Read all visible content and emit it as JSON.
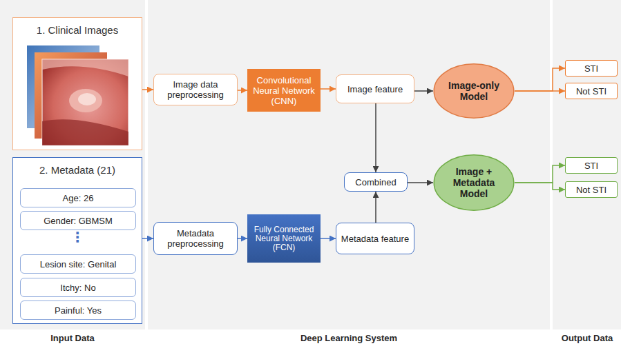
{
  "diagram": {
    "nodes": [
      {
        "text": [
          "1. Clinical Images"
        ]
      },
      {
        "text": [
          "2. Metadata (21)"
        ]
      },
      {
        "text": [
          "Age: 26"
        ],
        "in": 1
      },
      {
        "text": [
          "Gender: GBMSM"
        ],
        "in": 1
      },
      {
        "text": [
          "Lesion site: Genital"
        ],
        "in": 1
      },
      {
        "text": [
          "Itchy: No"
        ],
        "in": 1
      },
      {
        "text": [
          "Painful: Yes"
        ],
        "in": 1
      },
      {
        "text": [
          "Image data preprocessing"
        ]
      },
      {
        "text": [
          "Convolutional Neural Network (CNN)"
        ]
      },
      {
        "text": [
          "Image feature"
        ]
      },
      {
        "text": [
          "Image-only Model"
        ]
      },
      {
        "text": [
          "STI"
        ]
      },
      {
        "text": [
          "Not STI"
        ]
      },
      {
        "text": [
          "Combined"
        ]
      },
      {
        "text": [
          "Image + Metadata Model"
        ]
      },
      {
        "text": [
          "STI"
        ]
      },
      {
        "text": [
          "Not STI"
        ]
      },
      {
        "text": [
          "Metadata preprocessing"
        ]
      },
      {
        "text": [
          "Fully Connected Neural Network (FCN)"
        ]
      },
      {
        "text": [
          "Metadata feature"
        ]
      }
    ],
    "edges": [
      {
        "from": 0,
        "to": 7,
        "arrow": "to"
      },
      {
        "from": 7,
        "to": 8,
        "arrow": "to"
      },
      {
        "from": 8,
        "to": 9,
        "arrow": "to"
      },
      {
        "from": 9,
        "to": 10,
        "arrow": "to"
      },
      {
        "from": 10,
        "to": 11,
        "arrow": "to"
      },
      {
        "from": 10,
        "to": 12,
        "arrow": "to"
      },
      {
        "from": 9,
        "to": 13,
        "arrow": "to"
      },
      {
        "from": 1,
        "to": 17,
        "arrow": "to"
      },
      {
        "from": 17,
        "to": 18,
        "arrow": "to"
      },
      {
        "from": 18,
        "to": 19,
        "arrow": "to"
      },
      {
        "from": 19,
        "to": 13,
        "arrow": "to"
      },
      {
        "from": 13,
        "to": 14,
        "arrow": "to"
      },
      {
        "from": 14,
        "to": 15,
        "arrow": "to"
      },
      {
        "from": 14,
        "to": 16,
        "arrow": "to"
      }
    ],
    "labels": [
      "⋮",
      "Input Data",
      "Deep Learning System",
      "Output Data"
    ]
  }
}
